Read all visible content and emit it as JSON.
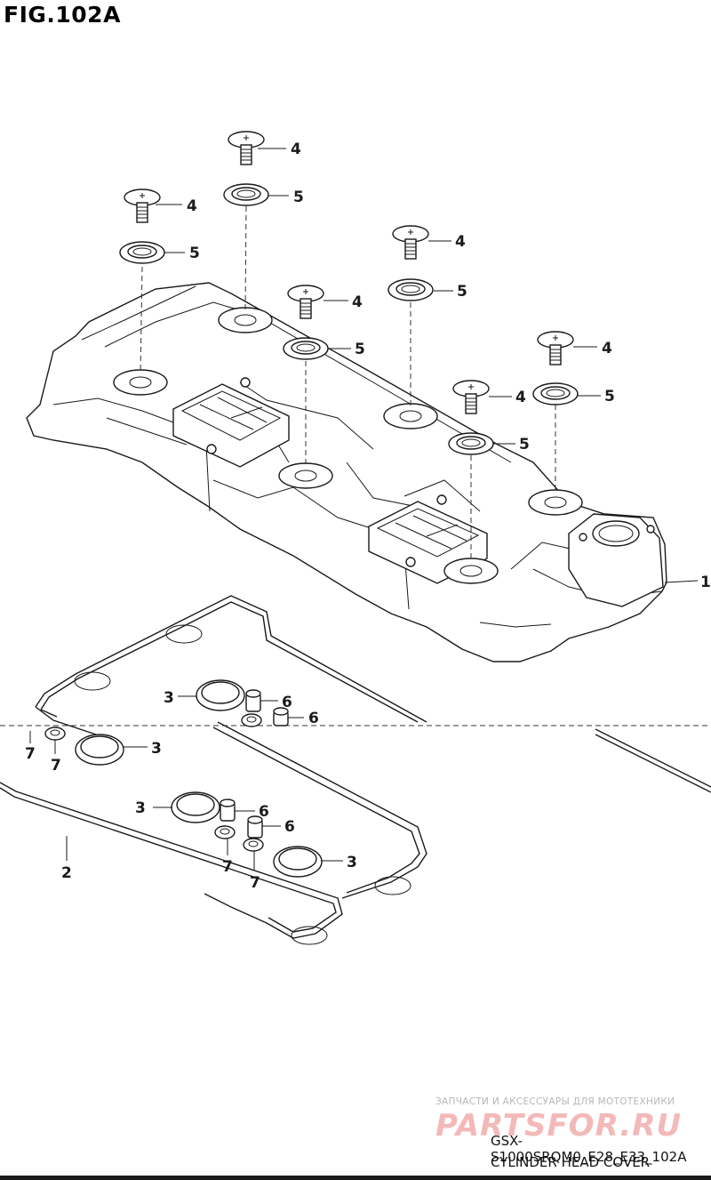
{
  "figure": {
    "title": "FIG.102A",
    "code": "GSX-S1000SRQM0_E28_E33_102A",
    "name": "CYLINDER HEAD COVER"
  },
  "watermark": {
    "line1": "ЗАПЧАСТИ И АКСЕССУАРЫ ДЛЯ МОТОТЕХНИКИ",
    "logo": "PARTSFOR.RU"
  },
  "callouts": {
    "c1": "1",
    "c2": "2",
    "c3": "3",
    "c4": "4",
    "c5": "5",
    "c6": "6",
    "c7": "7"
  }
}
